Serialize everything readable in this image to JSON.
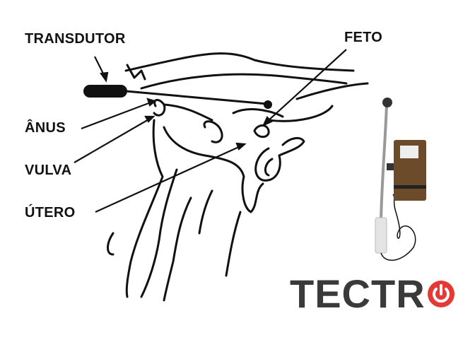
{
  "labels": {
    "transducer": "TRANSDUTOR",
    "fetus": "FETO",
    "anus": "ÂNUS",
    "vulva": "VULVA",
    "uterus": "ÚTERO"
  },
  "logo": {
    "text": "TECTR",
    "icon": "power-icon",
    "text_color": "#3a3a3a",
    "accent_color": "#e53935"
  }
}
